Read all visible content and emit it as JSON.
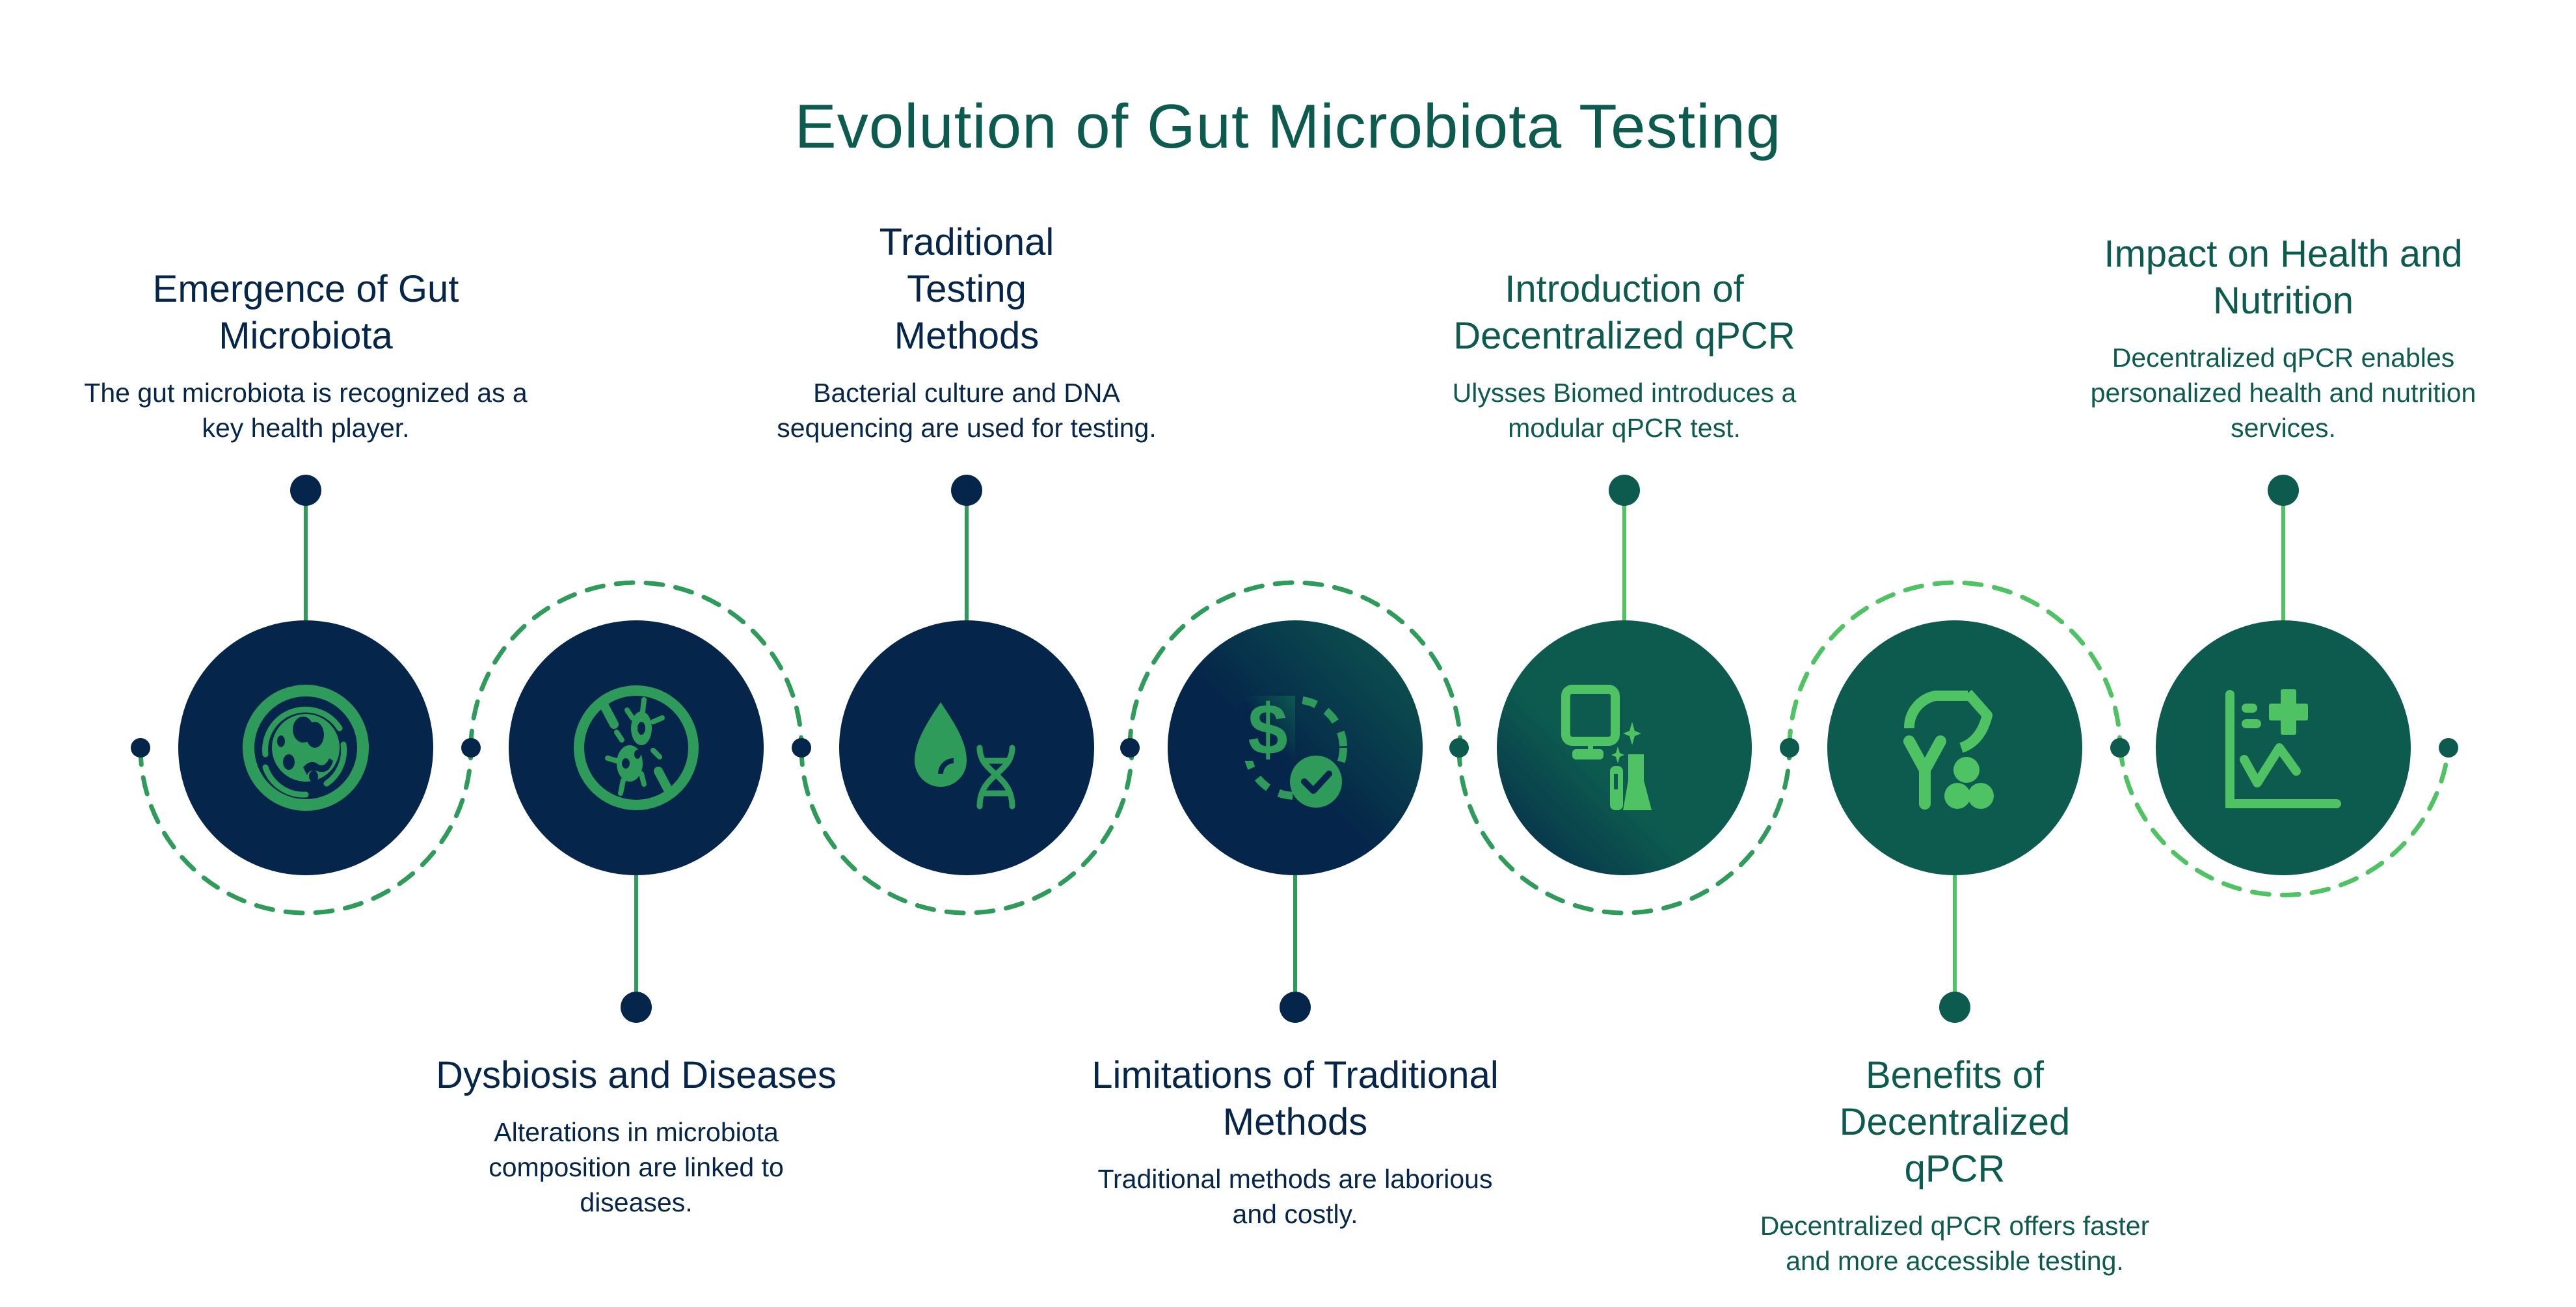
{
  "title": "Evolution of Gut Microbiota Testing",
  "colors": {
    "navy": "#05264a",
    "teal": "#0d5a4f",
    "green_dark": "#2e9b5b",
    "green_light": "#4fc263"
  },
  "steps": [
    {
      "heading": "Emergence of Gut Microbiota",
      "body": "The gut microbiota is recognized as a key health player.",
      "icon": "petri-dish-icon",
      "position": "top"
    },
    {
      "heading": "Dysbiosis and Diseases",
      "body": "Alterations in microbiota composition are linked to diseases.",
      "icon": "no-bacteria-icon",
      "position": "bottom"
    },
    {
      "heading": "Traditional Testing Methods",
      "body": "Bacterial culture and DNA sequencing are used for testing.",
      "icon": "drop-dna-icon",
      "position": "top"
    },
    {
      "heading": "Limitations of Traditional Methods",
      "body": "Traditional methods are laborious and costly.",
      "icon": "cost-check-icon",
      "position": "bottom"
    },
    {
      "heading": "Introduction of Decentralized qPCR",
      "body": "Ulysses Biomed introduces a modular qPCR test.",
      "icon": "lab-computer-icon",
      "position": "top"
    },
    {
      "heading": "Benefits of Decentralized qPCR",
      "body": "Decentralized qPCR offers faster and more accessible testing.",
      "icon": "antibody-icon",
      "position": "bottom"
    },
    {
      "heading": "Impact on Health and Nutrition",
      "body": "Decentralized qPCR enables personalized health and nutrition services.",
      "icon": "health-chart-icon",
      "position": "top"
    }
  ]
}
